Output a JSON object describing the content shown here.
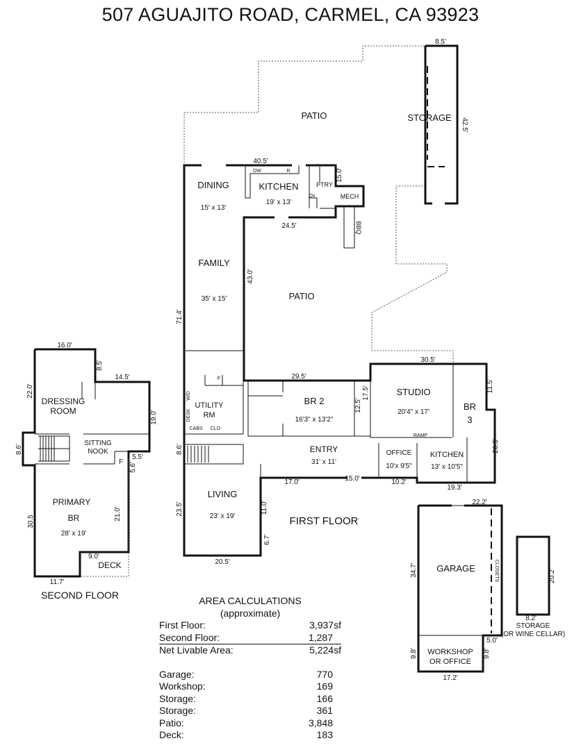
{
  "title": "507 AGUAJITO ROAD, CARMEL, CA  93923",
  "floors": {
    "first": "FIRST FLOOR",
    "second": "SECOND FLOOR"
  },
  "rooms": {
    "patio_top": "PATIO",
    "storage_top": "STORAGE",
    "dining": "DINING",
    "dining_size": "15' x 13'",
    "kitchen": "KITCHEN",
    "kitchen_size": "19' x 13'",
    "ptry": "PTRY",
    "mech": "MECH",
    "bbq": "BBQ",
    "ov": "Ov",
    "dw": "DW",
    "r": "R",
    "family": "FAMILY",
    "family_size": "35' x 15'",
    "patio_mid": "PATIO",
    "utility": "UTILITY",
    "utility2": "RM",
    "wd": "W/D",
    "desk": "DESK",
    "cabs": "CABS",
    "clo": "CLO",
    "f": "F",
    "br2": "BR 2",
    "br2_size": "16'3\" x 13'2\"",
    "studio": "STUDIO",
    "studio_size": "20'4\" x 17'",
    "br3": "BR",
    "br3_num": "3",
    "entry": "ENTRY",
    "entry_size": "31' x 11'",
    "office": "OFFICE",
    "office_size": "10'x 9'5\"",
    "ramp": "RAMP",
    "kitchen2": "KITCHEN",
    "kitchen2_size": "13' x 10'5\"",
    "living": "LIVING",
    "living_size": "23' x 19'",
    "garage": "GARAGE",
    "closets": "CLOSETS",
    "workshop": "WORKSHOP",
    "workshop2": "OR OFFICE",
    "storage2": "STORAGE",
    "storage2b": "(OR WINE CELLAR)",
    "dressing": "DRESSING",
    "dressing2": "ROOM",
    "sitting": "SITTING",
    "sitting2": "NOOK",
    "primary": "PRIMARY",
    "primary2": "BR",
    "primary_size": "28' x 19'",
    "deck": "DECK"
  },
  "dims": {
    "d8_5a": "8.5'",
    "d42_5": "42.5'",
    "d40_5": "40.5'",
    "d15_0a": "15.0'",
    "d24_5": "24.5'",
    "d43_0": "43.0'",
    "d71_4": "71.4'",
    "d30_5a": "30.5'",
    "d29_5": "29.5'",
    "d11_5": "11.5'",
    "d17_5": "17.5'",
    "d12_5": "12.5'",
    "d20_5": "20.5'",
    "d8_6a": "8.6'",
    "d17_0": "17.0'",
    "d15_0b": "15.0'",
    "d10_2": "10.2'",
    "d19_3": "19.3'",
    "d23_5": "23.5'",
    "d11_0": "11.0'",
    "d6_7": "6.7'",
    "d20_5b": "20.5'",
    "d22_2": "22.2'",
    "d34_7": "34.7'",
    "d20_2": "20.2'",
    "d8_2": "8.2'",
    "d5_0": "5.0'",
    "d9_8a": "9.8'",
    "d9_8b": "9.8'",
    "d17_2": "17.2'",
    "d16_0": "16.0'",
    "d8_5b": "8.5'",
    "d14_5": "14.5'",
    "d22_0": "22.0'",
    "d19_0": "19.0'",
    "d8_6b": "8.6'",
    "d5_5": "5.5'",
    "d5_6": "5.6'",
    "d30_5b": "30.5",
    "d21_0": "21.0'",
    "d9_0": "9.0'",
    "d11_7": "11.7'"
  },
  "area": {
    "heading": "AREA CALCULATIONS",
    "subheading": "(approximate)",
    "rows": [
      {
        "label": "First  Floor:",
        "value": "3,937sf"
      },
      {
        "label": "Second Floor:",
        "value": "1,287"
      },
      {
        "label": "Net Livable Area:",
        "value": "5,224sf"
      },
      {
        "label": "Garage:",
        "value": "770"
      },
      {
        "label": "Workshop:",
        "value": "169"
      },
      {
        "label": "Storage:",
        "value": "166"
      },
      {
        "label": "Storage:",
        "value": "361"
      },
      {
        "label": "Patio:",
        "value": "3,848"
      },
      {
        "label": "Deck:",
        "value": "183"
      }
    ]
  }
}
